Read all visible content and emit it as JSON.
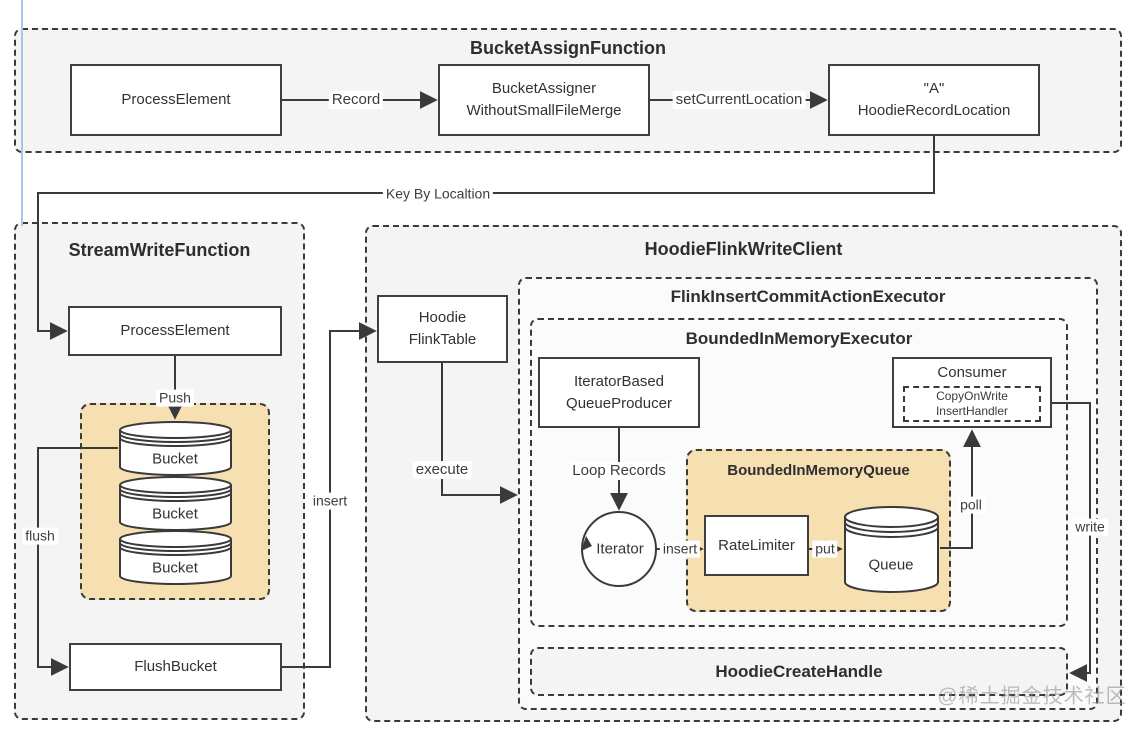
{
  "colors": {
    "highlight_fill": "#f6e0b2",
    "section_fill": "#f4f4f4",
    "line": "#3a3a3a",
    "cursor_blue": "#a9c8e8"
  },
  "bucket_assign": {
    "title": "BucketAssignFunction",
    "process_element": "ProcessElement",
    "record_label": "Record",
    "assigner_line1": "BucketAssigner",
    "assigner_line2": "WithoutSmallFileMerge",
    "set_location_label": "setCurrentLocation",
    "location_line1": "\"A\"",
    "location_line2": "HoodieRecordLocation"
  },
  "key_by_label": "Key By Localtion",
  "stream_write": {
    "title": "StreamWriteFunction",
    "process_element": "ProcessElement",
    "push_label": "Push",
    "bucket1": "Bucket",
    "bucket2": "Bucket",
    "bucket3": "Bucket",
    "flush_label": "flush",
    "flush_bucket": "FlushBucket",
    "insert_label": "insert"
  },
  "write_client": {
    "title": "HoodieFlinkWriteClient",
    "table_line1": "Hoodie",
    "table_line2": "FlinkTable",
    "execute_label": "execute",
    "commit_executor_title": "FlinkInsertCommitActionExecutor",
    "memory_executor_title": "BoundedInMemoryExecutor",
    "producer_line1": "IteratorBased",
    "producer_line2": "QueueProducer",
    "loop_records_label": "Loop Records",
    "iterator_label": "Iterator",
    "insert_label": "insert",
    "memory_queue_title": "BoundedInMemoryQueue",
    "rate_limiter": "RateLimiter",
    "put_label": "put",
    "queue_label": "Queue",
    "poll_label": "poll",
    "consumer_title": "Consumer",
    "handler_line1": "CopyOnWrite",
    "handler_line2": "InsertHandler",
    "create_handle_title": "HoodieCreateHandle",
    "write_label": "write"
  },
  "watermark": "@稀土掘金技术社区"
}
